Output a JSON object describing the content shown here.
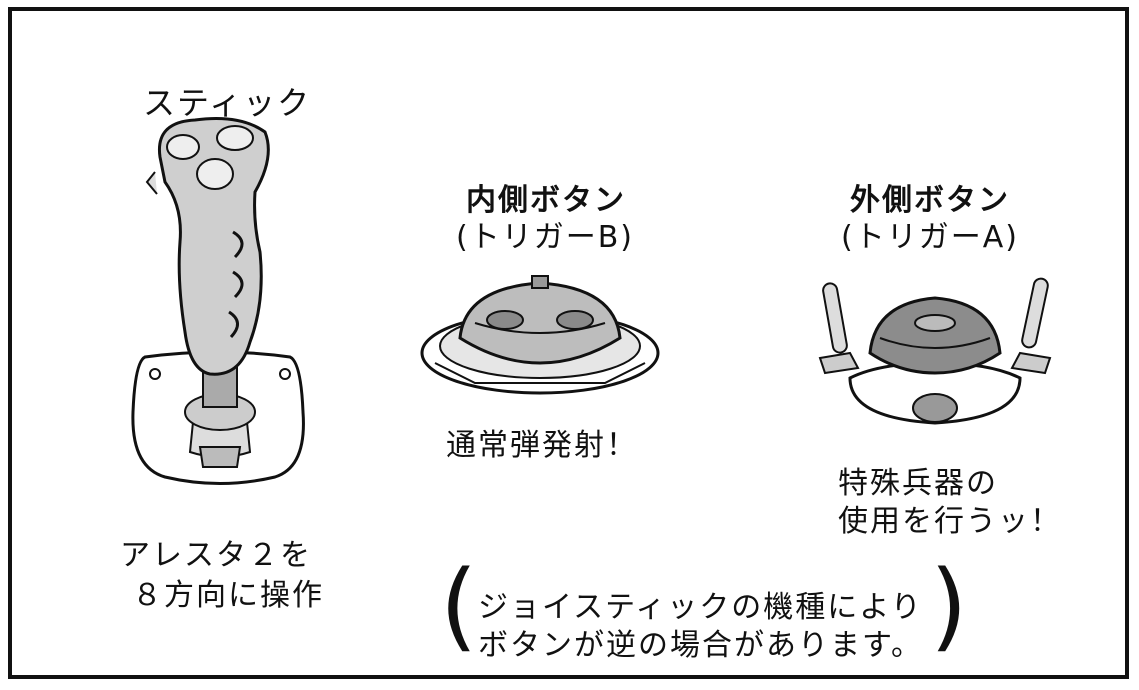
{
  "stick": {
    "title": "スティック",
    "desc_line1": "アレスタ２を",
    "desc_line2": "８方向に操作"
  },
  "inner_button": {
    "title": "内側ボタン",
    "subtitle": "(トリガーB)",
    "desc": "通常弾発射！"
  },
  "outer_button": {
    "title": "外側ボタン",
    "subtitle": "(トリガーA)",
    "desc_line1": "特殊兵器の",
    "desc_line2": "使用を行うッ！"
  },
  "note": {
    "line1": "ジョイスティックの機種により",
    "line2": "ボタンが逆の場合があります。"
  }
}
